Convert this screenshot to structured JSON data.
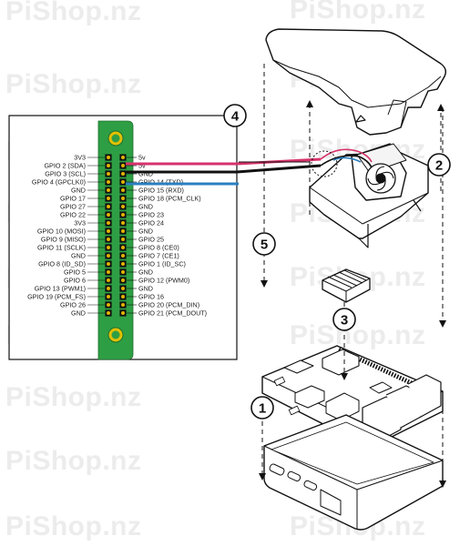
{
  "watermark": "PiShop.nz",
  "steps": [
    "1",
    "2",
    "3",
    "4",
    "5"
  ],
  "gpio_left": [
    "3V3",
    "GPIO 2 (SDA)",
    "GPIO 3 (SCL)",
    "GPIO 4 (GPCLK0)",
    "GND",
    "GPIO 17",
    "GPIO 27",
    "GPIO 22",
    "3V3",
    "GPIO 10 (MOSI)",
    "GPIO 9 (MISO)",
    "GPIO 11 (SCLK)",
    "GND",
    "GPIO 8 (ID_SD)",
    "GPIO 5",
    "GPIO 6",
    "GPIO 13 (PWM1)",
    "GPIO 19 (PCM_FS)",
    "GPIO 26",
    "GND"
  ],
  "gpio_right": [
    "5v",
    "5v",
    "GND",
    "GPIO 14 (TXD)",
    "GPIO 15 (RXD)",
    "GPIO 18 (PCM_CLK)",
    "GND",
    "GPIO 23",
    "GPIO 24",
    "GND",
    "GPIO 25",
    "GPIO 8 (CE0)",
    "GPIO 7 (CE1)",
    "GPIO 1 (ID_SC)",
    "GND",
    "GPIO 12 (PWM0)",
    "GND",
    "GPIO 16",
    "GPIO 20 (PCM_DIN)",
    "GPIO 21 (PCM_DOUT)"
  ],
  "colors": {
    "pcb_green": "#2e9e44",
    "red_wire": "#d6336c",
    "black_wire": "#111111",
    "blue_wire": "#2b7fc0",
    "pin_gold": "#e0b300",
    "watermark": "#ececec"
  }
}
